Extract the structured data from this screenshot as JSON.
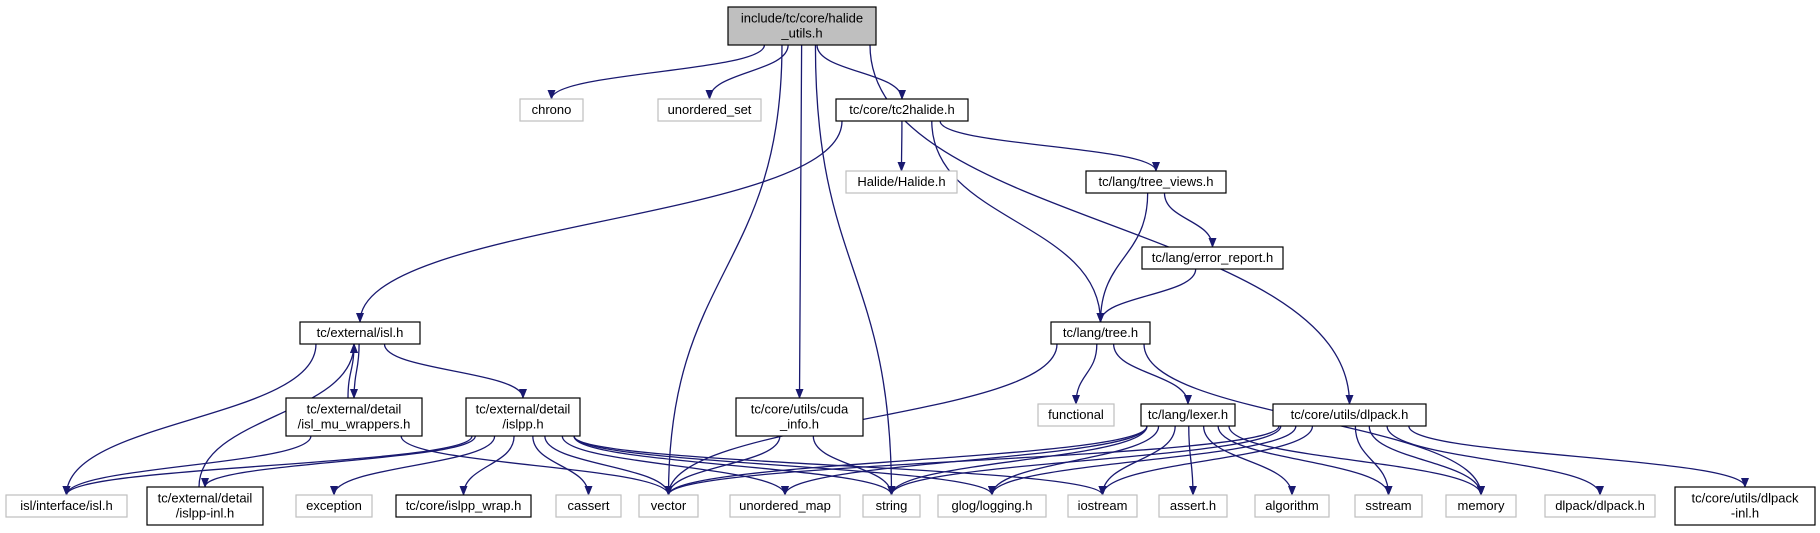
{
  "colors": {
    "edge": "#191970",
    "root_fill": "#bfbfbf",
    "root_border": "#000000",
    "internal_border": "#000000",
    "external_border": "#bfbfbf",
    "external_text": "#404040",
    "background": "#ffffff"
  },
  "nodes": [
    {
      "id": "root",
      "lines": [
        "include/tc/core/halide",
        "_utils.h"
      ],
      "kind": "root"
    },
    {
      "id": "chrono",
      "lines": [
        "chrono"
      ],
      "kind": "external"
    },
    {
      "id": "unordered_set",
      "lines": [
        "unordered_set"
      ],
      "kind": "external"
    },
    {
      "id": "tc2halide",
      "lines": [
        "tc/core/tc2halide.h"
      ],
      "kind": "internal"
    },
    {
      "id": "halide",
      "lines": [
        "Halide/Halide.h"
      ],
      "kind": "external"
    },
    {
      "id": "tree_views",
      "lines": [
        "tc/lang/tree_views.h"
      ],
      "kind": "internal"
    },
    {
      "id": "error_report",
      "lines": [
        "tc/lang/error_report.h"
      ],
      "kind": "internal"
    },
    {
      "id": "tree",
      "lines": [
        "tc/lang/tree.h"
      ],
      "kind": "internal"
    },
    {
      "id": "isl",
      "lines": [
        "tc/external/isl.h"
      ],
      "kind": "internal"
    },
    {
      "id": "isl_mu",
      "lines": [
        "tc/external/detail",
        "/isl_mu_wrappers.h"
      ],
      "kind": "internal"
    },
    {
      "id": "islpp",
      "lines": [
        "tc/external/detail",
        "/islpp.h"
      ],
      "kind": "internal"
    },
    {
      "id": "cuda_info",
      "lines": [
        "tc/core/utils/cuda",
        "_info.h"
      ],
      "kind": "internal"
    },
    {
      "id": "functional",
      "lines": [
        "functional"
      ],
      "kind": "external"
    },
    {
      "id": "lexer",
      "lines": [
        "tc/lang/lexer.h"
      ],
      "kind": "internal"
    },
    {
      "id": "dlpack_utils",
      "lines": [
        "tc/core/utils/dlpack.h"
      ],
      "kind": "internal"
    },
    {
      "id": "isl_interface",
      "lines": [
        "isl/interface/isl.h"
      ],
      "kind": "external"
    },
    {
      "id": "islpp_inl",
      "lines": [
        "tc/external/detail",
        "/islpp-inl.h"
      ],
      "kind": "internal"
    },
    {
      "id": "exception",
      "lines": [
        "exception"
      ],
      "kind": "external"
    },
    {
      "id": "islpp_wrap",
      "lines": [
        "tc/core/islpp_wrap.h"
      ],
      "kind": "internal"
    },
    {
      "id": "cassert",
      "lines": [
        "cassert"
      ],
      "kind": "external"
    },
    {
      "id": "vector",
      "lines": [
        "vector"
      ],
      "kind": "external"
    },
    {
      "id": "unordered_map",
      "lines": [
        "unordered_map"
      ],
      "kind": "external"
    },
    {
      "id": "string",
      "lines": [
        "string"
      ],
      "kind": "external"
    },
    {
      "id": "glog",
      "lines": [
        "glog/logging.h"
      ],
      "kind": "external"
    },
    {
      "id": "iostream",
      "lines": [
        "iostream"
      ],
      "kind": "external"
    },
    {
      "id": "assert",
      "lines": [
        "assert.h"
      ],
      "kind": "external"
    },
    {
      "id": "algorithm",
      "lines": [
        "algorithm"
      ],
      "kind": "external"
    },
    {
      "id": "sstream",
      "lines": [
        "sstream"
      ],
      "kind": "external"
    },
    {
      "id": "memory",
      "lines": [
        "memory"
      ],
      "kind": "external"
    },
    {
      "id": "dlpack_h",
      "lines": [
        "dlpack/dlpack.h"
      ],
      "kind": "external"
    },
    {
      "id": "dlpack_inl",
      "lines": [
        "tc/core/utils/dlpack",
        "-inl.h"
      ],
      "kind": "internal"
    }
  ],
  "edges": [
    [
      "root",
      "chrono"
    ],
    [
      "root",
      "unordered_set"
    ],
    [
      "root",
      "tc2halide"
    ],
    [
      "root",
      "cuda_info"
    ],
    [
      "root",
      "vector"
    ],
    [
      "root",
      "string"
    ],
    [
      "root",
      "dlpack_utils"
    ],
    [
      "tc2halide",
      "halide"
    ],
    [
      "tc2halide",
      "tree_views"
    ],
    [
      "tc2halide",
      "tree"
    ],
    [
      "tc2halide",
      "isl"
    ],
    [
      "tree_views",
      "error_report"
    ],
    [
      "tree_views",
      "tree"
    ],
    [
      "error_report",
      "tree"
    ],
    [
      "tree",
      "functional"
    ],
    [
      "tree",
      "lexer"
    ],
    [
      "tree",
      "vector"
    ],
    [
      "tree",
      "memory"
    ],
    [
      "isl",
      "isl_mu"
    ],
    [
      "isl",
      "islpp"
    ],
    [
      "isl",
      "isl_interface"
    ],
    [
      "isl_mu",
      "isl"
    ],
    [
      "isl_mu",
      "isl_interface"
    ],
    [
      "isl_mu",
      "vector"
    ],
    [
      "islpp",
      "isl_interface"
    ],
    [
      "islpp",
      "islpp_inl"
    ],
    [
      "islpp",
      "exception"
    ],
    [
      "islpp",
      "islpp_wrap"
    ],
    [
      "islpp",
      "cassert"
    ],
    [
      "islpp",
      "vector"
    ],
    [
      "islpp",
      "unordered_map"
    ],
    [
      "islpp",
      "string"
    ],
    [
      "islpp",
      "glog"
    ],
    [
      "islpp",
      "iostream"
    ],
    [
      "islpp_inl",
      "isl"
    ],
    [
      "cuda_info",
      "vector"
    ],
    [
      "cuda_info",
      "string"
    ],
    [
      "lexer",
      "vector"
    ],
    [
      "lexer",
      "unordered_map"
    ],
    [
      "lexer",
      "string"
    ],
    [
      "lexer",
      "glog"
    ],
    [
      "lexer",
      "iostream"
    ],
    [
      "lexer",
      "assert"
    ],
    [
      "lexer",
      "algorithm"
    ],
    [
      "lexer",
      "sstream"
    ],
    [
      "lexer",
      "memory"
    ],
    [
      "dlpack_utils",
      "vector"
    ],
    [
      "dlpack_utils",
      "string"
    ],
    [
      "dlpack_utils",
      "glog"
    ],
    [
      "dlpack_utils",
      "iostream"
    ],
    [
      "dlpack_utils",
      "sstream"
    ],
    [
      "dlpack_utils",
      "memory"
    ],
    [
      "dlpack_utils",
      "dlpack_h"
    ],
    [
      "dlpack_utils",
      "dlpack_inl"
    ]
  ]
}
